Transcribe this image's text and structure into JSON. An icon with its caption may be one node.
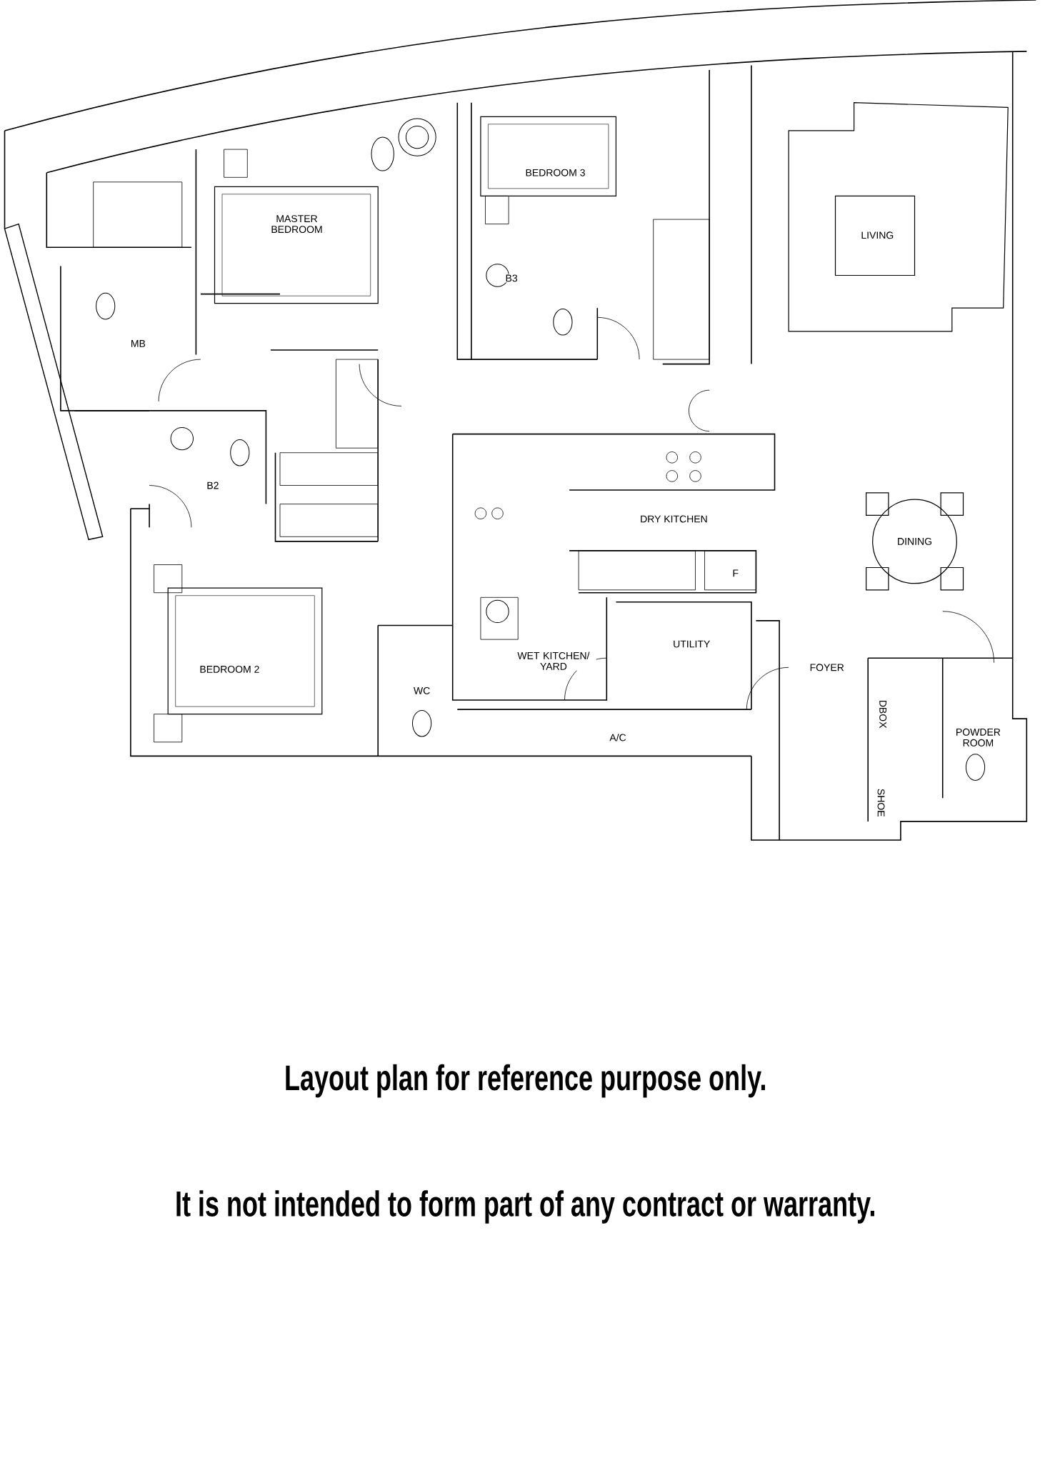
{
  "diagram": {
    "labels": [
      "BEDROOM 3",
      "MASTER BEDROOM",
      "LIVING",
      "B3",
      "MB",
      "B2",
      "DRY KITCHEN",
      "DINING",
      "F",
      "UTILITY",
      "WET KITCHEN/ YARD",
      "BEDROOM 2",
      "FOYER",
      "WC",
      "DBOX",
      "POWDER ROOM",
      "A/C",
      "SHOE",
      "Layout plan for reference purpose only.",
      "It is not intended to form part of any contract or warranty."
    ]
  }
}
